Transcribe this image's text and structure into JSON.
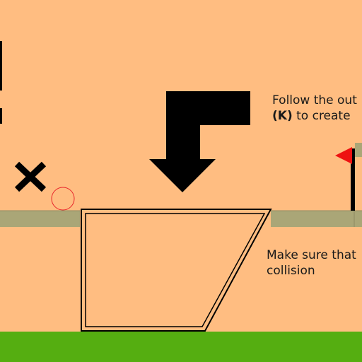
{
  "hud": {
    "left_edge_bars": "pause-or-level-indicator-bars"
  },
  "tutorial": {
    "line1_text": "Follow the out",
    "line2_key": "(K)",
    "line2_text": " to create",
    "line3": "Make sure that",
    "line4": "collision"
  },
  "colors": {
    "background": "#ffbd81",
    "platform": "#aaa677",
    "grass": "#55ae11",
    "flag": "#ee1111",
    "outline": "#000000",
    "ball_outline": "#e8242a"
  },
  "icons": {
    "delete_marker": "x-icon",
    "hint_arrow": "down-arrow-icon",
    "goal": "flag-icon",
    "ball": "ball-icon"
  }
}
